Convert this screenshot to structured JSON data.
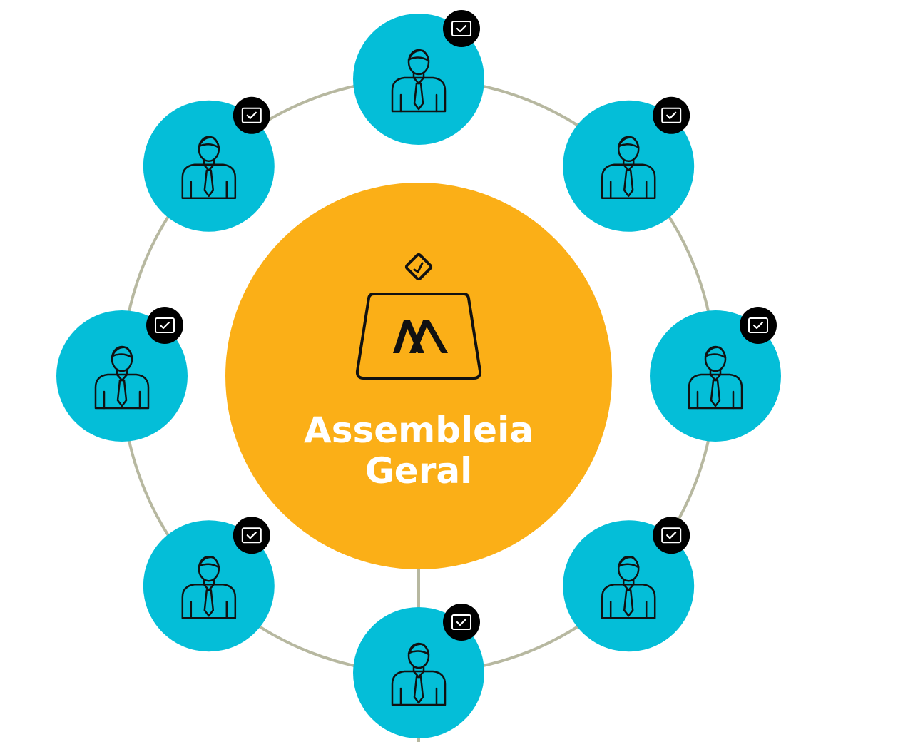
{
  "center": {
    "title_line1": "Assembleia",
    "title_line2": "Geral",
    "logo_icon": "ballot-box-icon"
  },
  "members": [
    {
      "role": "member",
      "icon": "person-icon",
      "badge": "checkmark-icon"
    },
    {
      "role": "member",
      "icon": "person-icon",
      "badge": "checkmark-icon"
    },
    {
      "role": "member",
      "icon": "person-icon",
      "badge": "checkmark-icon"
    },
    {
      "role": "member",
      "icon": "person-icon",
      "badge": "checkmark-icon"
    },
    {
      "role": "member",
      "icon": "person-icon",
      "badge": "checkmark-icon"
    },
    {
      "role": "member",
      "icon": "person-icon",
      "badge": "checkmark-icon"
    },
    {
      "role": "member",
      "icon": "person-icon",
      "badge": "checkmark-icon"
    },
    {
      "role": "member",
      "icon": "person-icon",
      "badge": "checkmark-icon"
    }
  ],
  "colors": {
    "center": "#FBAF17",
    "member": "#04BED8",
    "ring": "#B7B8A0",
    "badge": "#000000",
    "line": "#111111",
    "title": "#FFFFFF"
  }
}
